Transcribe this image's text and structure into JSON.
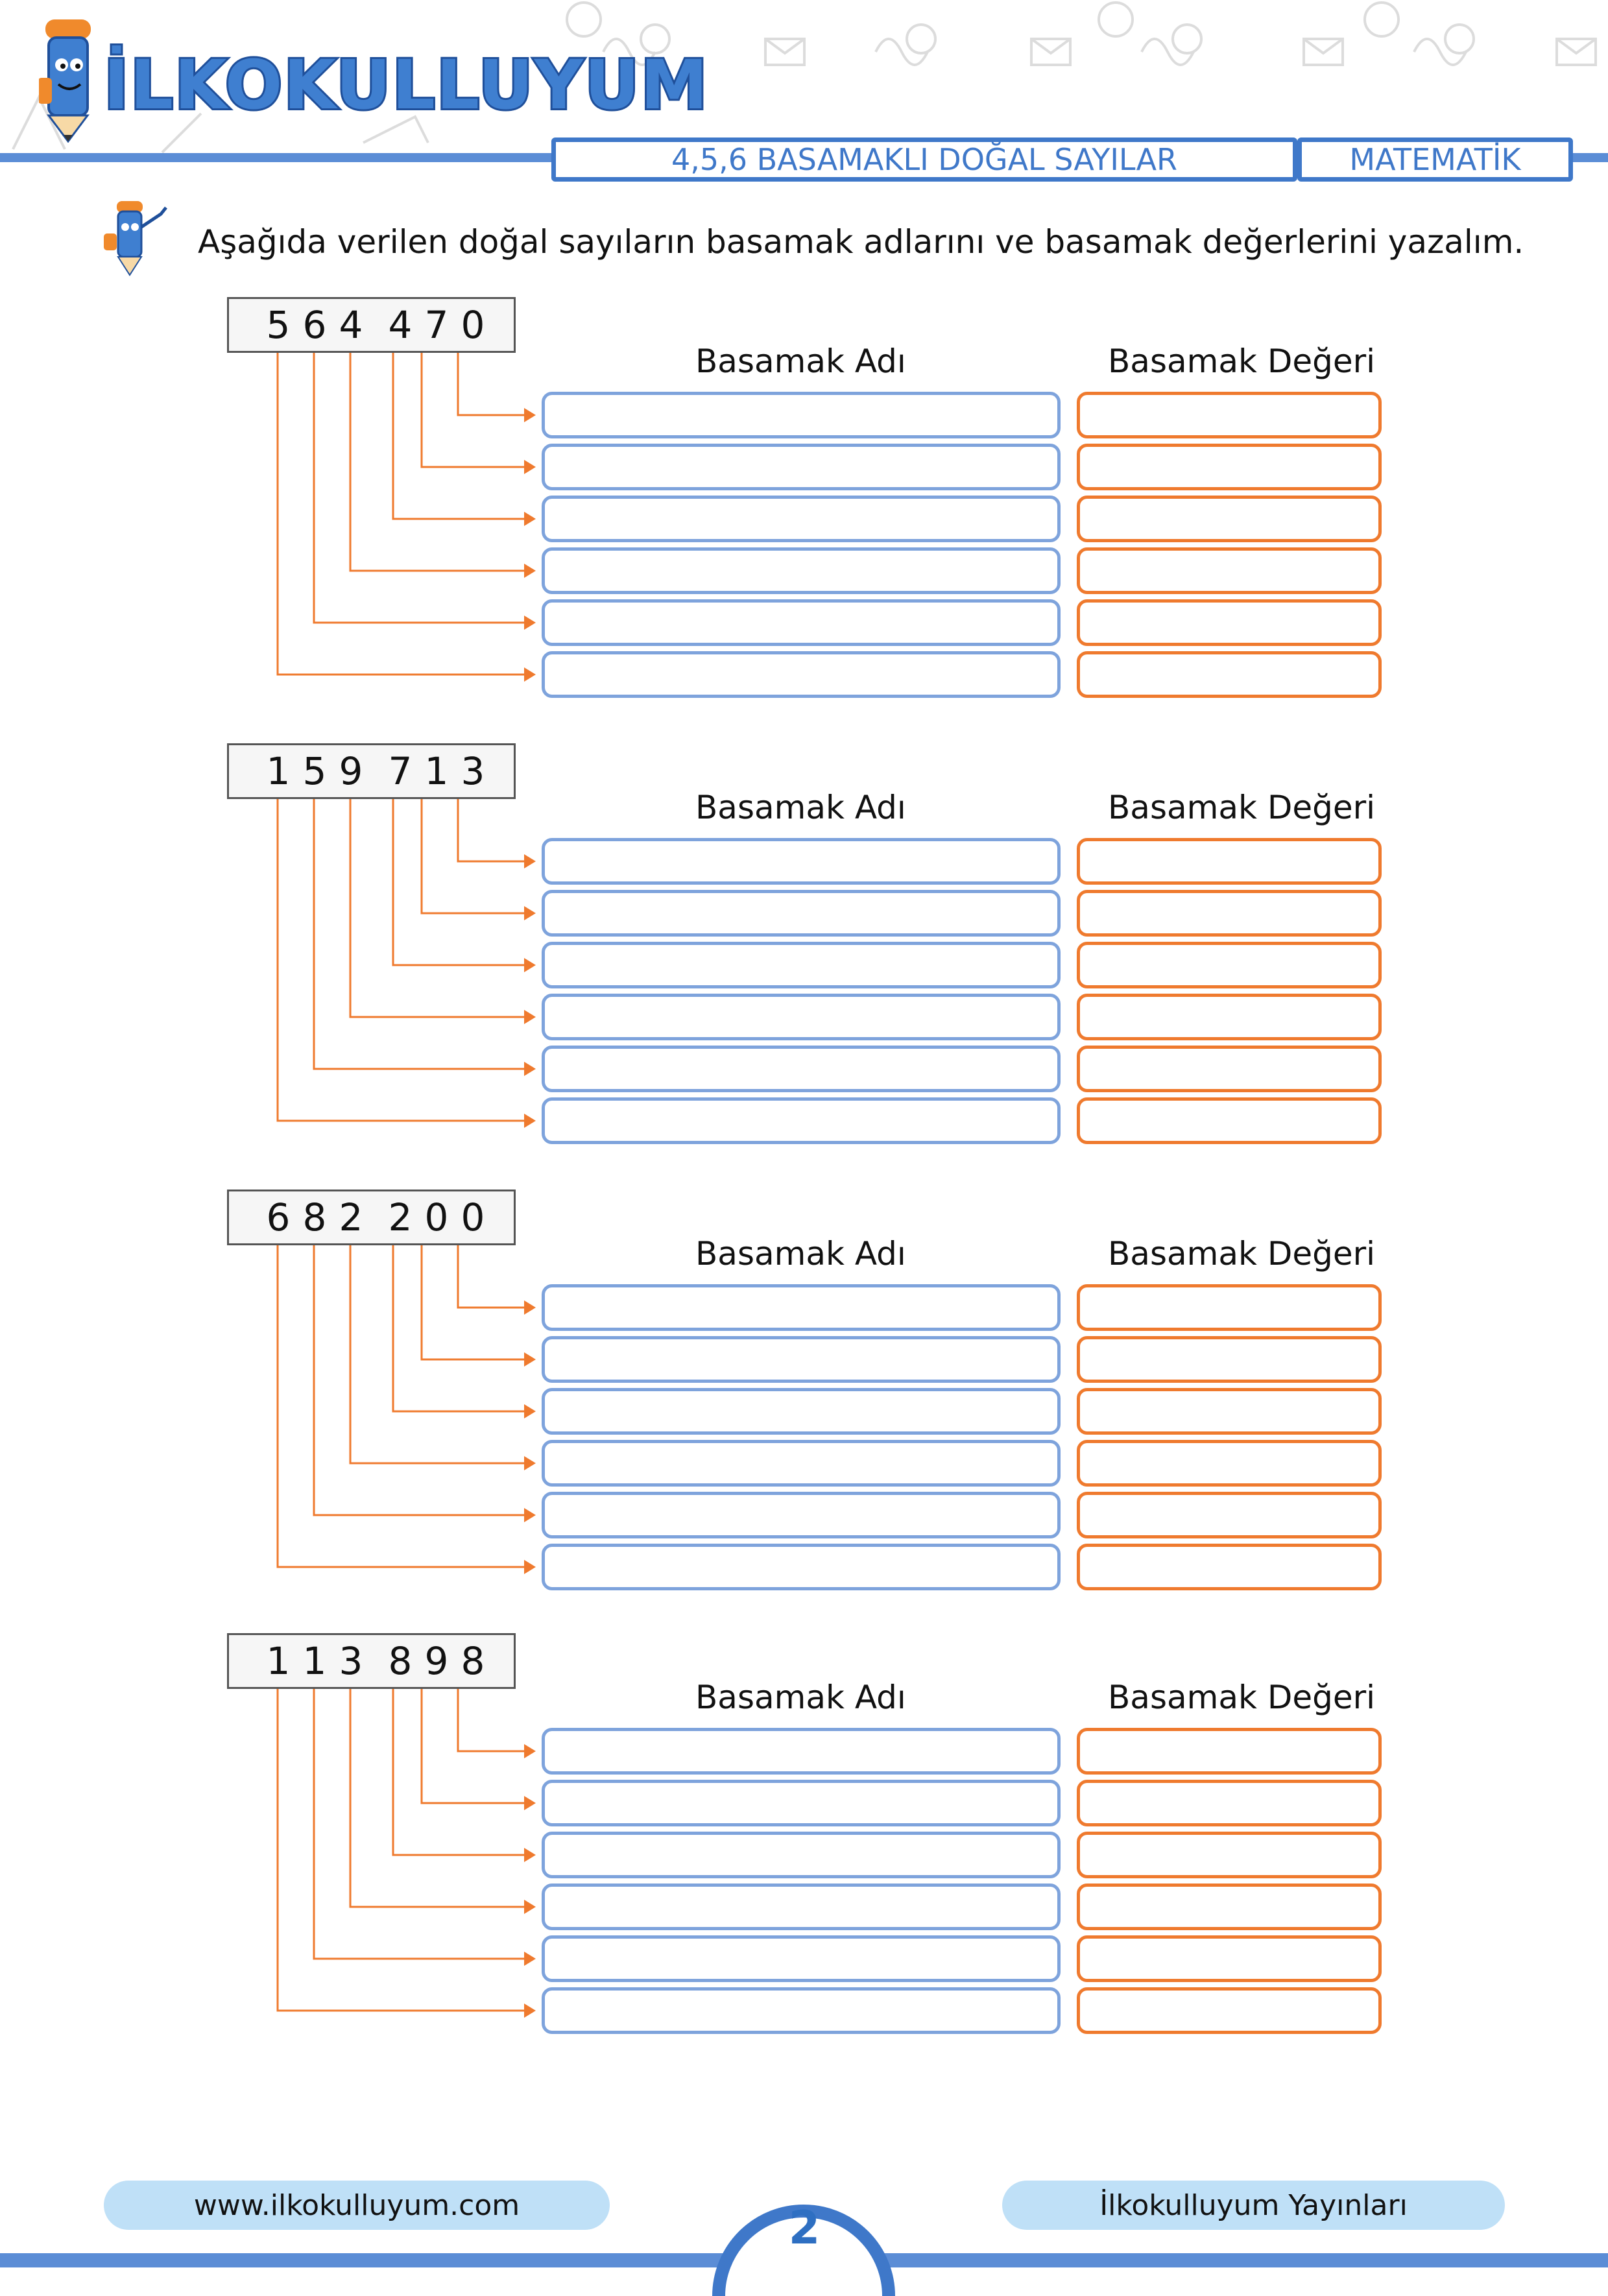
{
  "header": {
    "logo_text": "İLKOKULLUYUM",
    "topic": "4,5,6 BASAMAKLI DOĞAL SAYILAR",
    "subject": "MATEMATİK"
  },
  "instruction": "Aşağıda verilen doğal sayıların basamak adlarını ve basamak değerlerini yazalım.",
  "columns": {
    "adi": "Basamak Adı",
    "degeri": "Basamak Değeri"
  },
  "exercises": [
    {
      "digits": [
        "5",
        "6",
        "4",
        "4",
        "7",
        "0"
      ]
    },
    {
      "digits": [
        "1",
        "5",
        "9",
        "7",
        "1",
        "3"
      ]
    },
    {
      "digits": [
        "6",
        "8",
        "2",
        "2",
        "0",
        "0"
      ]
    },
    {
      "digits": [
        "1",
        "1",
        "3",
        "8",
        "9",
        "8"
      ]
    }
  ],
  "colors": {
    "blue_accent": "#3f78c9",
    "orange_accent": "#ef7a2e",
    "box_blue": "#7ea3dc",
    "pill_blue": "#bfe0f7"
  },
  "footer": {
    "website": "www.ilkokulluyum.com",
    "page_number": "2",
    "publisher": "İlkokulluyum Yayınları"
  }
}
